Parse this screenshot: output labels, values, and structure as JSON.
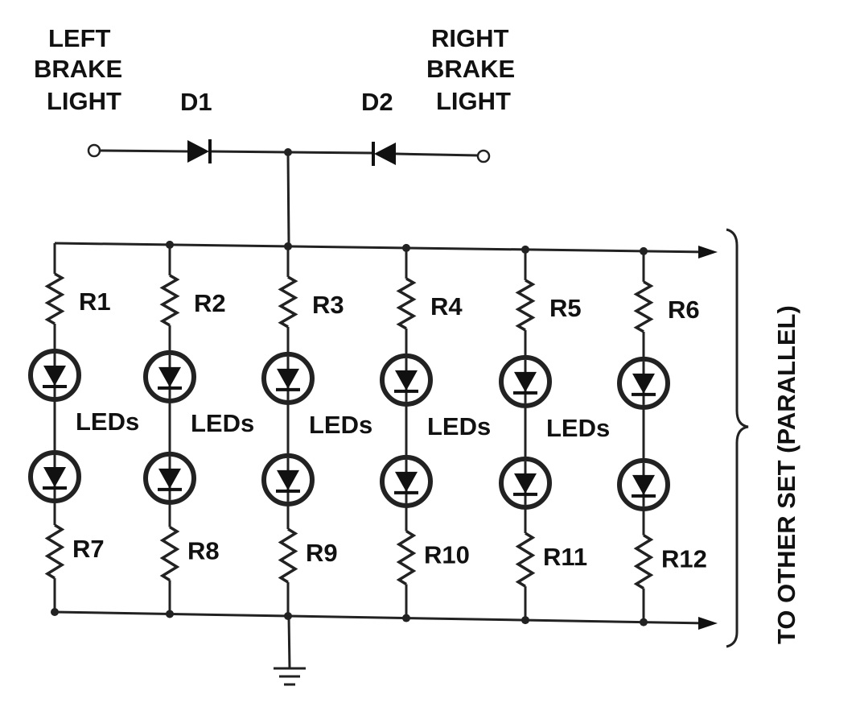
{
  "labels": {
    "left_brake_light": [
      "LEFT",
      "BRAKE",
      "LIGHT"
    ],
    "right_brake_light": [
      "RIGHT",
      "BRAKE",
      "LIGHT"
    ],
    "d1": "D1",
    "d2": "D2",
    "to_other_set": "TO OTHER SET (PARALLEL)"
  },
  "branches": [
    {
      "top_resistor": "R1",
      "bottom_resistor": "R7",
      "leds_label": "LEDs"
    },
    {
      "top_resistor": "R2",
      "bottom_resistor": "R8",
      "leds_label": "LEDs"
    },
    {
      "top_resistor": "R3",
      "bottom_resistor": "R9",
      "leds_label": "LEDs"
    },
    {
      "top_resistor": "R4",
      "bottom_resistor": "R10",
      "leds_label": "LEDs"
    },
    {
      "top_resistor": "R5",
      "bottom_resistor": "R11",
      "leds_label": "LEDs"
    },
    {
      "top_resistor": "R6",
      "bottom_resistor": "R12",
      "leds_label": ""
    }
  ]
}
